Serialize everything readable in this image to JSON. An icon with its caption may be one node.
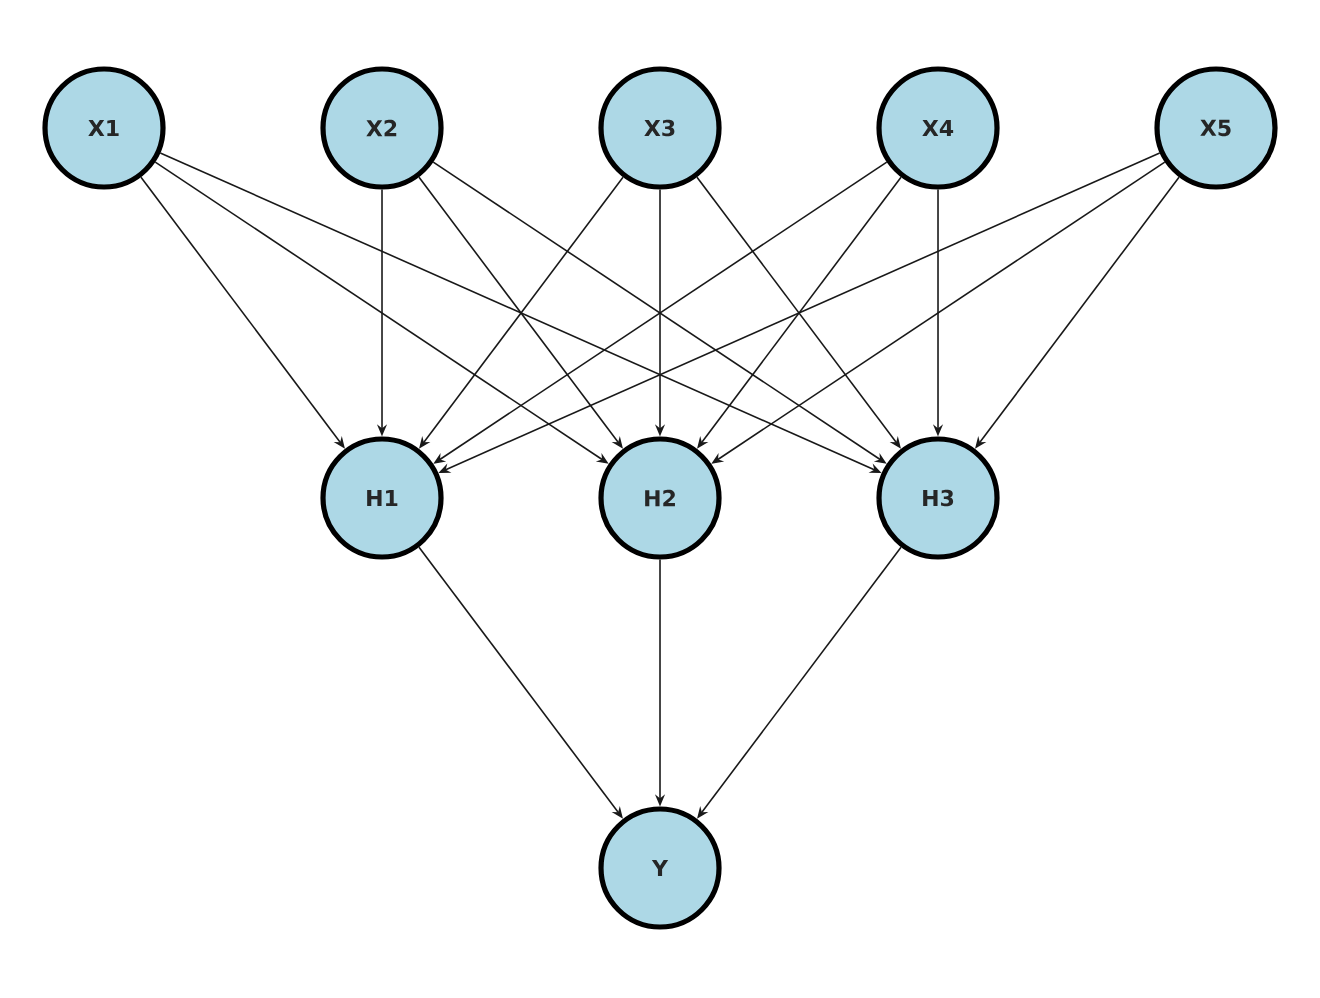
{
  "diagram": {
    "nodes": [
      {
        "text": [
          "X1"
        ]
      },
      {
        "text": [
          "X2"
        ]
      },
      {
        "text": [
          "X3"
        ]
      },
      {
        "text": [
          "X4"
        ]
      },
      {
        "text": [
          "X5"
        ]
      },
      {
        "text": [
          "H1"
        ]
      },
      {
        "text": [
          "H2"
        ]
      },
      {
        "text": [
          "H3"
        ]
      },
      {
        "text": [
          "Y"
        ]
      }
    ],
    "edges": [
      {
        "from": 0,
        "to": 5,
        "arrow": "to"
      },
      {
        "from": 0,
        "to": 6,
        "arrow": "to"
      },
      {
        "from": 0,
        "to": 7,
        "arrow": "to"
      },
      {
        "from": 1,
        "to": 5,
        "arrow": "to"
      },
      {
        "from": 1,
        "to": 6,
        "arrow": "to"
      },
      {
        "from": 1,
        "to": 7,
        "arrow": "to"
      },
      {
        "from": 2,
        "to": 5,
        "arrow": "to"
      },
      {
        "from": 2,
        "to": 6,
        "arrow": "to"
      },
      {
        "from": 2,
        "to": 7,
        "arrow": "to"
      },
      {
        "from": 3,
        "to": 5,
        "arrow": "to"
      },
      {
        "from": 3,
        "to": 6,
        "arrow": "to"
      },
      {
        "from": 3,
        "to": 7,
        "arrow": "to"
      },
      {
        "from": 4,
        "to": 5,
        "arrow": "to"
      },
      {
        "from": 4,
        "to": 6,
        "arrow": "to"
      },
      {
        "from": 4,
        "to": 7,
        "arrow": "to"
      },
      {
        "from": 5,
        "to": 8,
        "arrow": "to"
      },
      {
        "from": 6,
        "to": 8,
        "arrow": "to"
      },
      {
        "from": 7,
        "to": 8,
        "arrow": "to"
      }
    ]
  }
}
